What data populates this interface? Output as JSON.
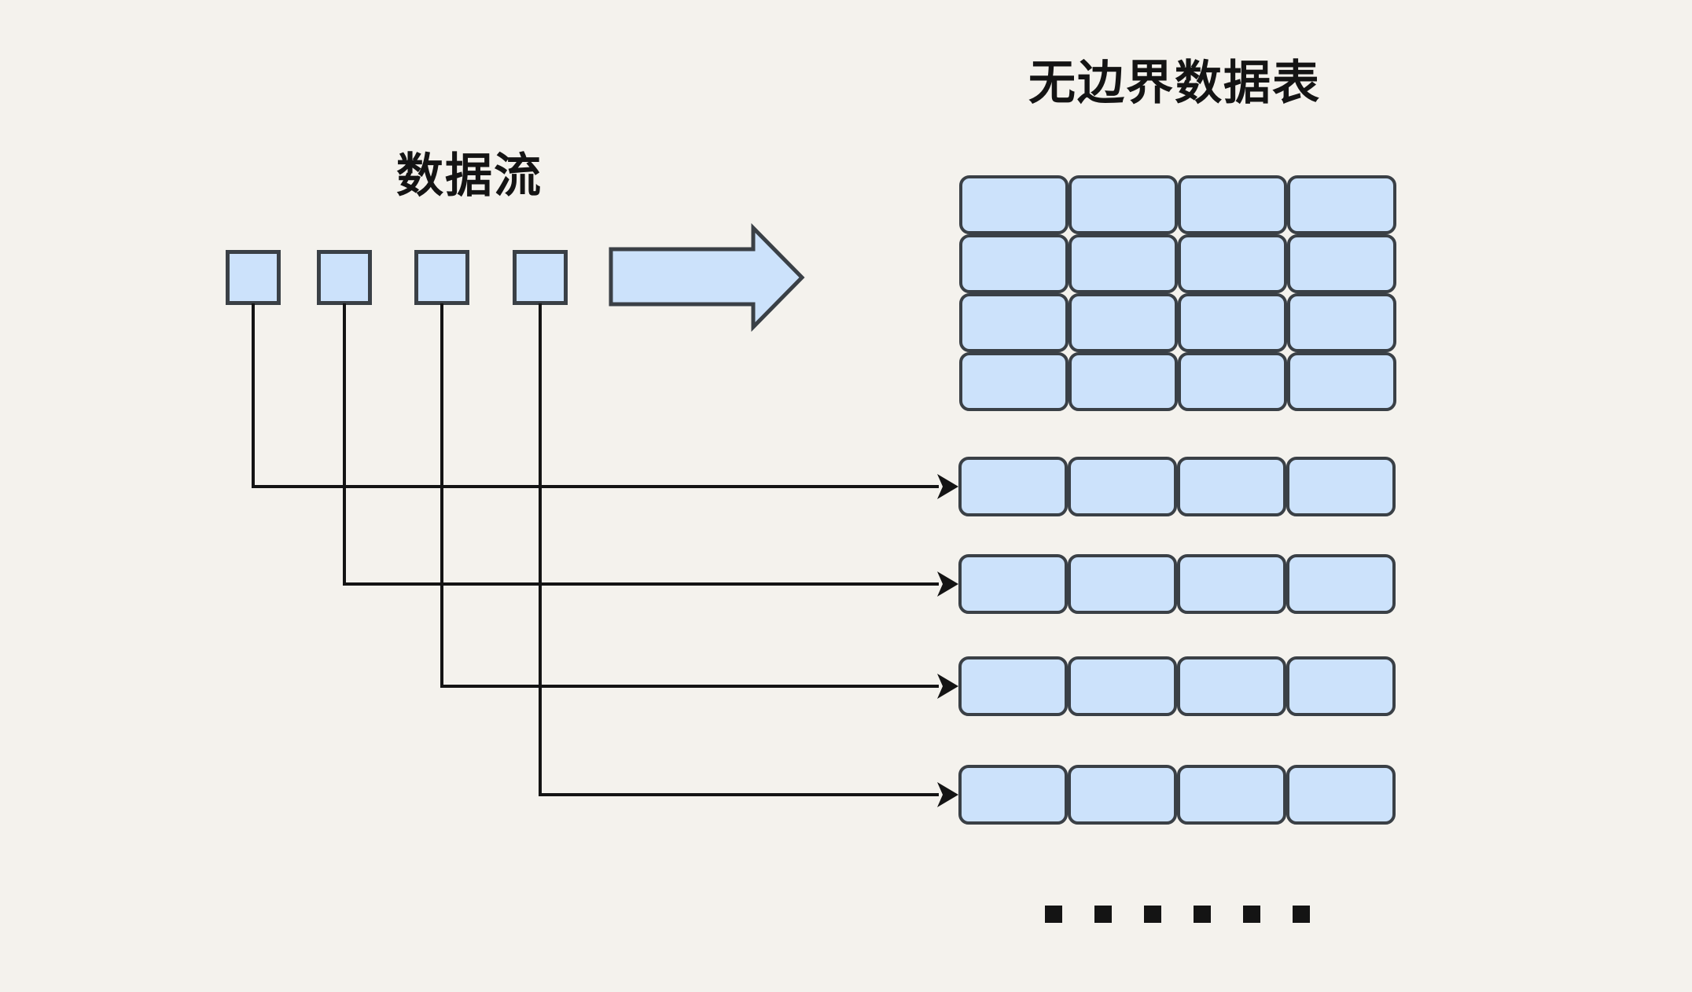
{
  "diagram": {
    "background_color": "#f4f2ed",
    "shape_fill_color": "#cce2fb",
    "shape_border_color": "#3a4046",
    "line_color": "#141414",
    "text_color": "#141414",
    "stream": {
      "label": "数据流",
      "item_count": 4
    },
    "flow_arrow": {
      "direction": "right"
    },
    "unbounded_table": {
      "label": "无边界数据表",
      "grid_rows": 4,
      "grid_cols": 4
    },
    "detail_rows": {
      "count": 4,
      "cells_per_row": 4
    },
    "connectors": {
      "count": 4
    },
    "ellipsis": {
      "dot_count": 6
    }
  }
}
